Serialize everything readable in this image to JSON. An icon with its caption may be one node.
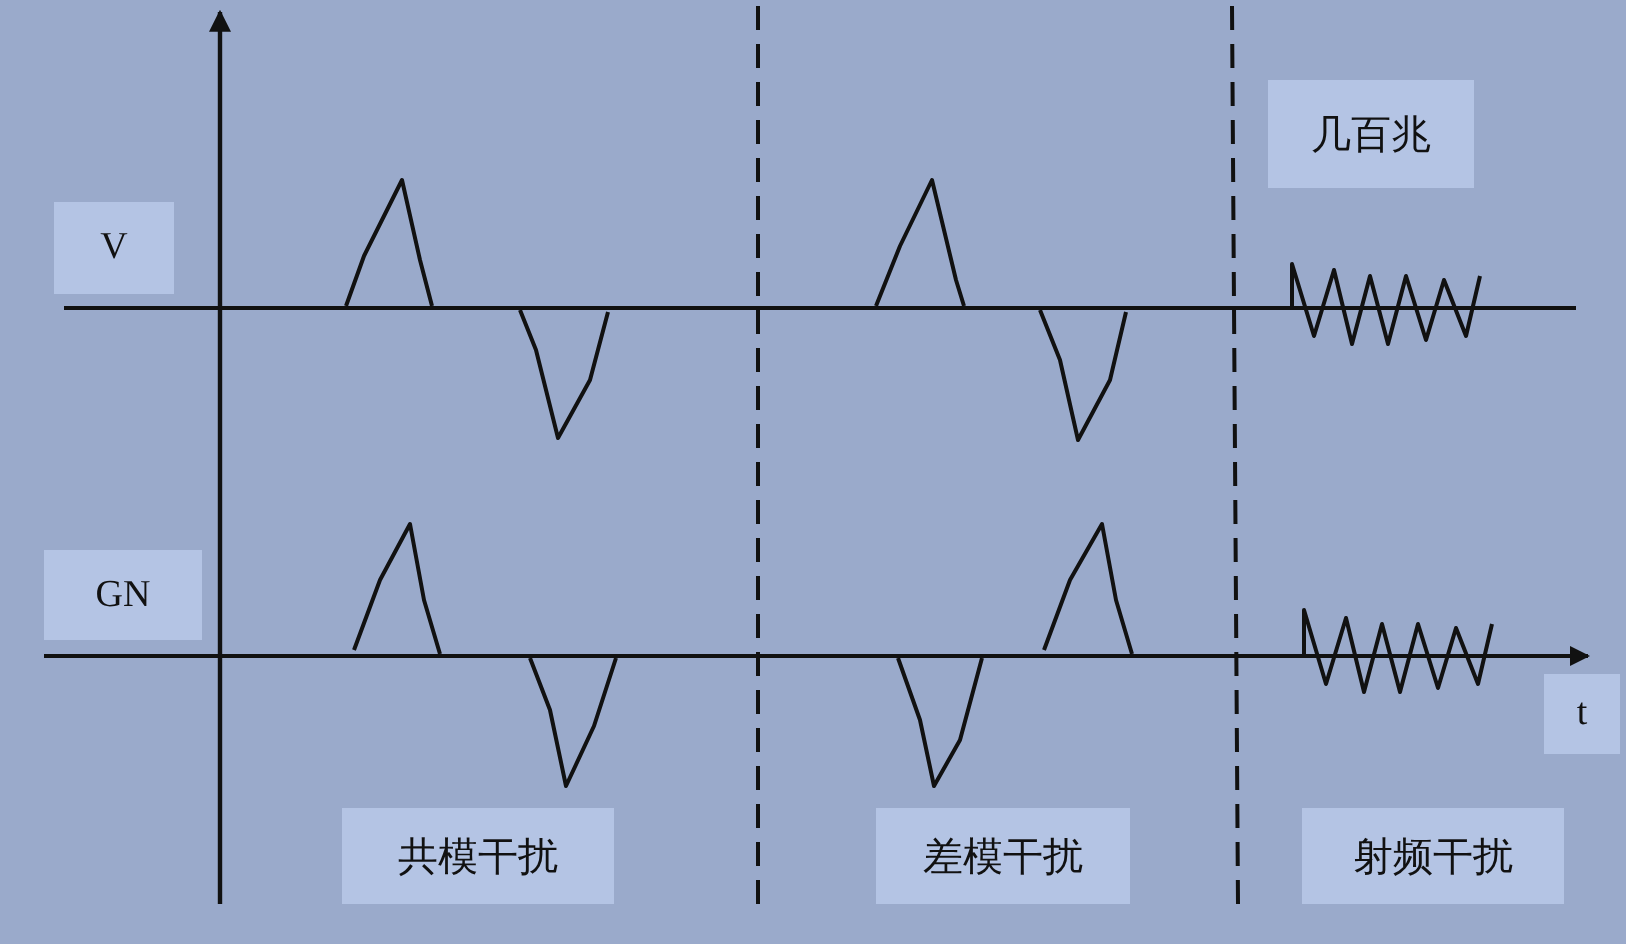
{
  "diagram": {
    "nodes": [
      {
        "text": [
          "几百兆"
        ]
      },
      {
        "text": [
          "V"
        ]
      },
      {
        "text": [
          "GN"
        ]
      },
      {
        "text": [
          "t"
        ]
      },
      {
        "text": [
          "共模干扰"
        ]
      },
      {
        "text": [
          "差模干扰"
        ]
      },
      {
        "text": [
          "射频干扰"
        ]
      }
    ],
    "edges": []
  }
}
